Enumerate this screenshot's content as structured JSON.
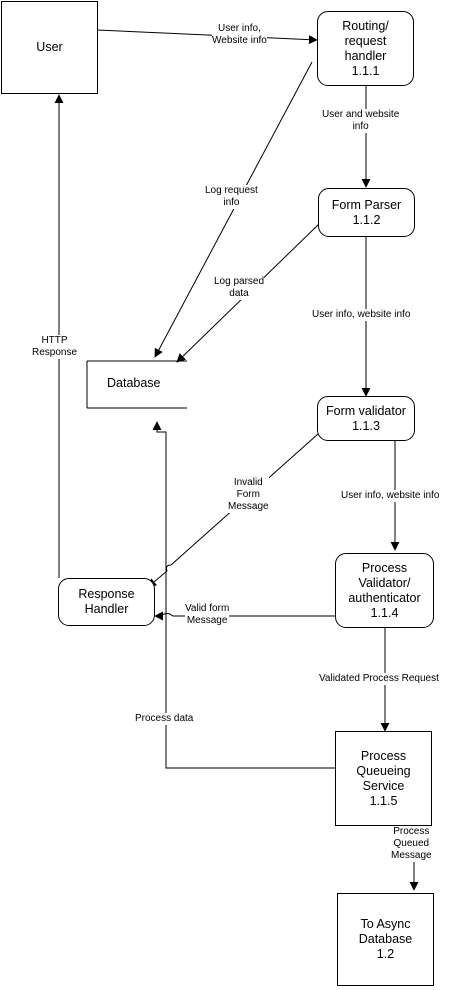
{
  "nodes": {
    "user": {
      "lines": [
        "User"
      ]
    },
    "routing": {
      "lines": [
        "Routing/",
        "request",
        "handler",
        "1.1.1"
      ]
    },
    "form_parser": {
      "lines": [
        "Form Parser",
        "1.1.2"
      ]
    },
    "database": {
      "lines": [
        "Database"
      ]
    },
    "form_validator": {
      "lines": [
        "Form validator",
        "1.1.3"
      ]
    },
    "process_validator": {
      "lines": [
        "Process",
        "Validator/",
        "authenticator",
        "1.1.4"
      ]
    },
    "response_handler": {
      "lines": [
        "Response",
        "Handler"
      ]
    },
    "queueing": {
      "lines": [
        "Process",
        "Queueing",
        "Service",
        "1.1.5"
      ]
    },
    "async_db": {
      "lines": [
        "To Async",
        "Database",
        "1.2"
      ]
    }
  },
  "flows": {
    "user_to_routing": [
      "User info,",
      "Website info"
    ],
    "routing_to_parser": [
      "User and website",
      "info"
    ],
    "routing_to_db": [
      "Log request",
      "info"
    ],
    "parser_to_db": [
      "Log parsed",
      "data"
    ],
    "parser_to_validator": [
      "User info, website info"
    ],
    "response_to_user": [
      "HTTP",
      "Response"
    ],
    "validator_to_response": [
      "Invalid",
      "Form",
      "Message"
    ],
    "validator_to_process": [
      "User info, website info"
    ],
    "process_to_response": [
      "Valid form",
      "Message"
    ],
    "process_to_queue": [
      "Validated Process Request"
    ],
    "queue_to_db": [
      "Process data"
    ],
    "queue_to_async": [
      "Process",
      "Queued",
      "Message"
    ]
  }
}
